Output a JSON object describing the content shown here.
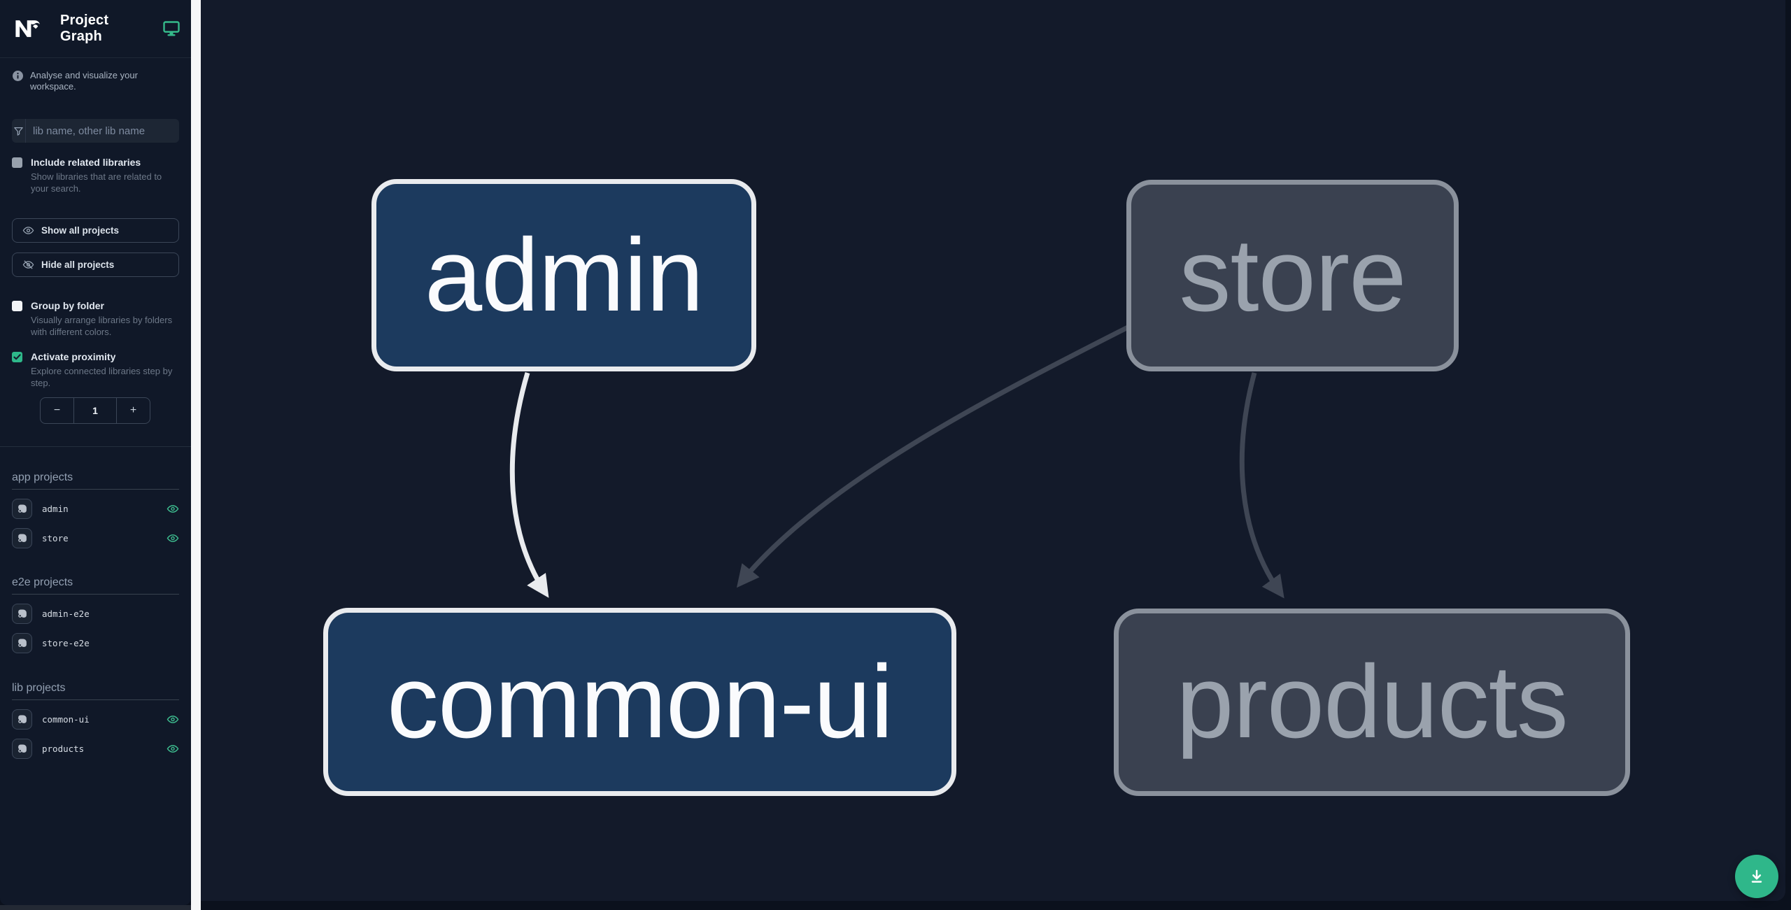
{
  "sidebar": {
    "title": "Project Graph",
    "tagline": "Analyse and visualize your workspace.",
    "search_placeholder": "lib name, other lib name",
    "search_value": "",
    "checkboxes": {
      "include_related": {
        "label": "Include related libraries",
        "description": "Show libraries that are related to your search.",
        "checked": false
      },
      "group_by_folder": {
        "label": "Group by folder",
        "description": "Visually arrange libraries by folders with different colors.",
        "checked": false
      },
      "activate_proximity": {
        "label": "Activate proximity",
        "description": "Explore connected libraries step by step.",
        "checked": true
      }
    },
    "buttons": {
      "show_all": "Show all projects",
      "hide_all": "Hide all projects"
    },
    "proximity_counter": {
      "decrement": "−",
      "value": "1",
      "increment": "+"
    },
    "sections": [
      {
        "heading": "app projects",
        "items": [
          {
            "name": "admin",
            "visible": true
          },
          {
            "name": "store",
            "visible": true
          }
        ]
      },
      {
        "heading": "e2e projects",
        "items": [
          {
            "name": "admin-e2e",
            "visible": false
          },
          {
            "name": "store-e2e",
            "visible": false
          }
        ]
      },
      {
        "heading": "lib projects",
        "items": [
          {
            "name": "common-ui",
            "visible": true
          },
          {
            "name": "products",
            "visible": true
          }
        ]
      }
    ],
    "icons": [
      "nx-logo",
      "monitor-icon",
      "info-icon",
      "filter-funnel-icon",
      "eye-icon",
      "eye-off-icon",
      "focus-project-icon",
      "visibility-eye-icon"
    ]
  },
  "graph": {
    "nodes": [
      {
        "id": "admin",
        "label": "admin",
        "state": "highlighted"
      },
      {
        "id": "store",
        "label": "store",
        "state": "faded"
      },
      {
        "id": "common-ui",
        "label": "common-ui",
        "state": "highlighted"
      },
      {
        "id": "products",
        "label": "products",
        "state": "faded"
      }
    ],
    "edges": [
      {
        "from": "admin",
        "to": "common-ui",
        "state": "highlighted"
      },
      {
        "from": "store",
        "to": "common-ui",
        "state": "faded"
      },
      {
        "from": "store",
        "to": "products",
        "state": "faded"
      }
    ]
  },
  "fab": {
    "icon": "download-icon"
  },
  "colors": {
    "sidebar_bg": "#101828",
    "canvas_bg": "#131a2a",
    "accent_green": "#2fb78a",
    "eye_green": "#3dbb8e",
    "node_highlight_fill": "#1c3a5e",
    "node_highlight_border": "#e9ebee",
    "node_faded_fill": "#3a4150",
    "node_faded_border": "#8a919c",
    "edge_highlight": "#e9ebee",
    "edge_faded": "#3f4654",
    "scrollbar_track": "#f6f7f8"
  }
}
